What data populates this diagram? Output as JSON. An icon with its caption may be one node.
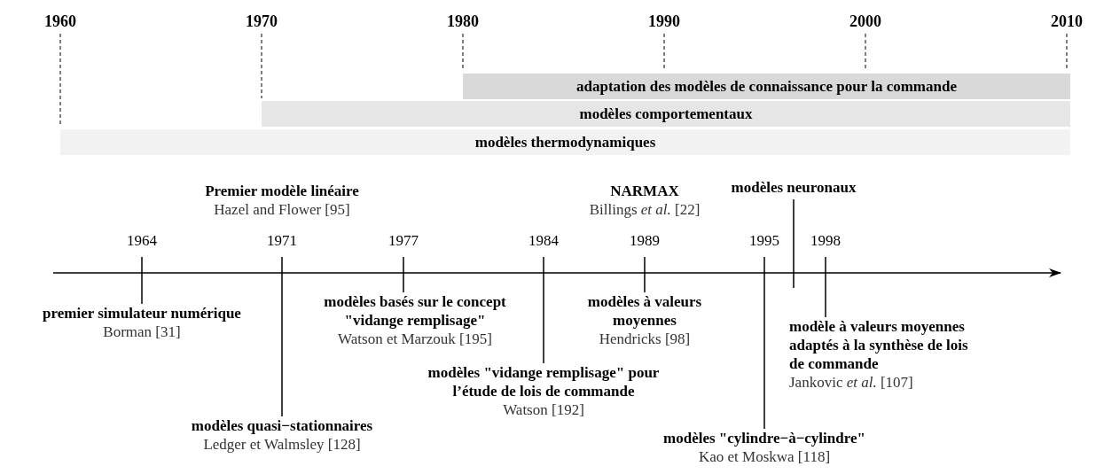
{
  "diagram": {
    "nodes": [
      {
        "text": [
          "adaptation des modèles de connaissance pour la commande"
        ]
      },
      {
        "text": [
          "modèles comportementaux"
        ]
      },
      {
        "text": [
          "modèles thermodynamiques"
        ]
      },
      {
        "text": [
          "Premier modèle linéaire",
          "Hazel and Flower [95]"
        ]
      },
      {
        "text": [
          "NARMAX",
          "Billings *et al.* [22]"
        ]
      },
      {
        "text": [
          "modèles neuronaux"
        ]
      },
      {
        "text": [
          "premier simulateur numérique",
          "Borman [31]"
        ]
      },
      {
        "text": [
          "modèles basés sur le concept \"vidange remplisage\"",
          "Watson et Marzouk [195]"
        ]
      },
      {
        "text": [
          "modèles à valeurs moyennes",
          "Hendricks [98]"
        ]
      },
      {
        "text": [
          "modèle à valeurs moyennes adaptés à la synthèse de lois de commande",
          "Jankovic *et al.* [107]"
        ]
      },
      {
        "text": [
          "modèles \"vidange remplisage\" pour l’étude de lois de commande",
          "Watson [192]"
        ]
      },
      {
        "text": [
          "modèles quasi−stationnaires",
          "Ledger et Walmsley [128]"
        ]
      },
      {
        "text": [
          "modèles \"cylindre−à−cylindre\"",
          "Kao et Moskwa [118]"
        ]
      },
      {
        "text": [
          "1964"
        ]
      },
      {
        "text": [
          "1971"
        ]
      },
      {
        "text": [
          "1977"
        ]
      },
      {
        "text": [
          "1984"
        ]
      },
      {
        "text": [
          "1989"
        ]
      },
      {
        "text": [
          "1995"
        ]
      },
      {
        "text": [
          "1998"
        ]
      }
    ],
    "edges": [
      {
        "from": 5,
        "to": null,
        "arrow": "none"
      },
      {
        "from": 13,
        "to": 6,
        "arrow": "none"
      },
      {
        "from": 14,
        "to": 11,
        "arrow": "none"
      },
      {
        "from": 15,
        "to": 7,
        "arrow": "none"
      },
      {
        "from": 16,
        "to": 10,
        "arrow": "none"
      },
      {
        "from": 17,
        "to": 8,
        "arrow": "none"
      },
      {
        "from": 18,
        "to": 12,
        "arrow": "none"
      },
      {
        "from": 19,
        "to": 9,
        "arrow": "none"
      }
    ],
    "labels": [
      "1960",
      "1970",
      "1980",
      "1990",
      "2000",
      "2010"
    ]
  }
}
